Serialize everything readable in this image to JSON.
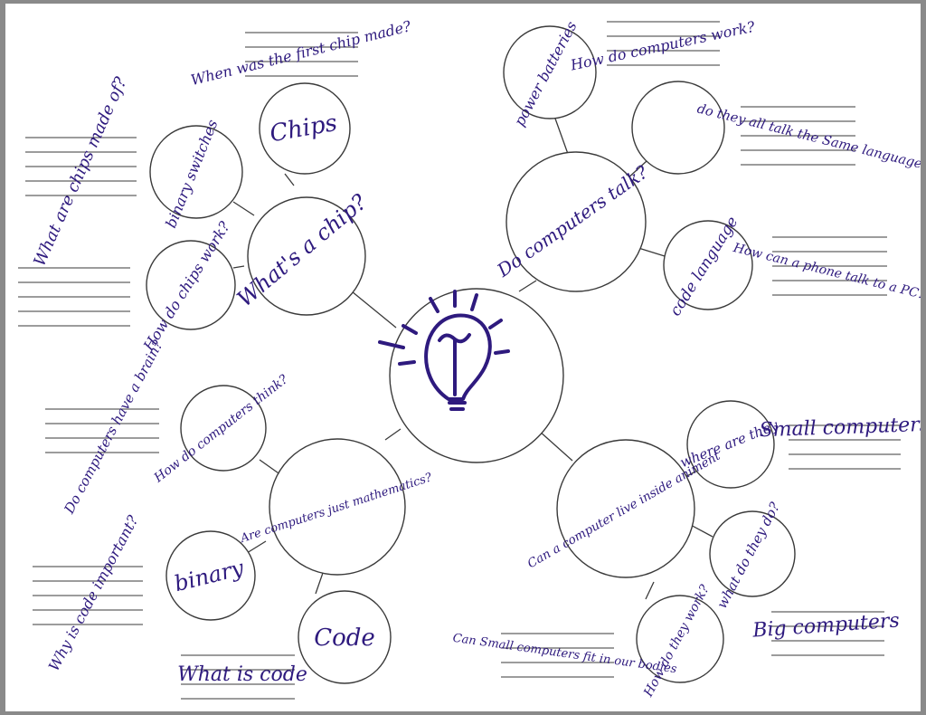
{
  "colors": {
    "ink": "#2e1a7e",
    "line": "#3a3a3a",
    "paper": "#ffffff",
    "background": "#8a8a8a"
  },
  "center": {
    "icon": "lightbulb-icon"
  },
  "nodes": {
    "chip": "What's a chip?",
    "chips": "Chips",
    "binary_switches": "binary switches",
    "how_chips_work": "How do chips work?",
    "talk": "Do computers talk?",
    "power": "power batteries",
    "empty": "",
    "code_language": "code language",
    "live": "Can a computer live inside animent",
    "where": "where are they",
    "what_do": "what do they do?",
    "how_work": "How do they work?",
    "math": "Are computers just mathematics?",
    "think": "How do computers think?",
    "binary": "binary",
    "code": "Code"
  },
  "questions": {
    "first_chip": "When was the first chip made?",
    "chips_made_of": "What are chips made of?",
    "how_computers_work": "How do computers work?",
    "same_language": "do they all talk the Same language?",
    "phone_to_pc": "How can a phone talk to a PC?",
    "small_computers": "Small computers",
    "big_computers": "Big computers",
    "small_in_bodies": "Can Small computers fit in our bodies",
    "brain": "Do computers have a brain?",
    "code_important": "Why is code important?",
    "what_is_code": "What is code"
  }
}
